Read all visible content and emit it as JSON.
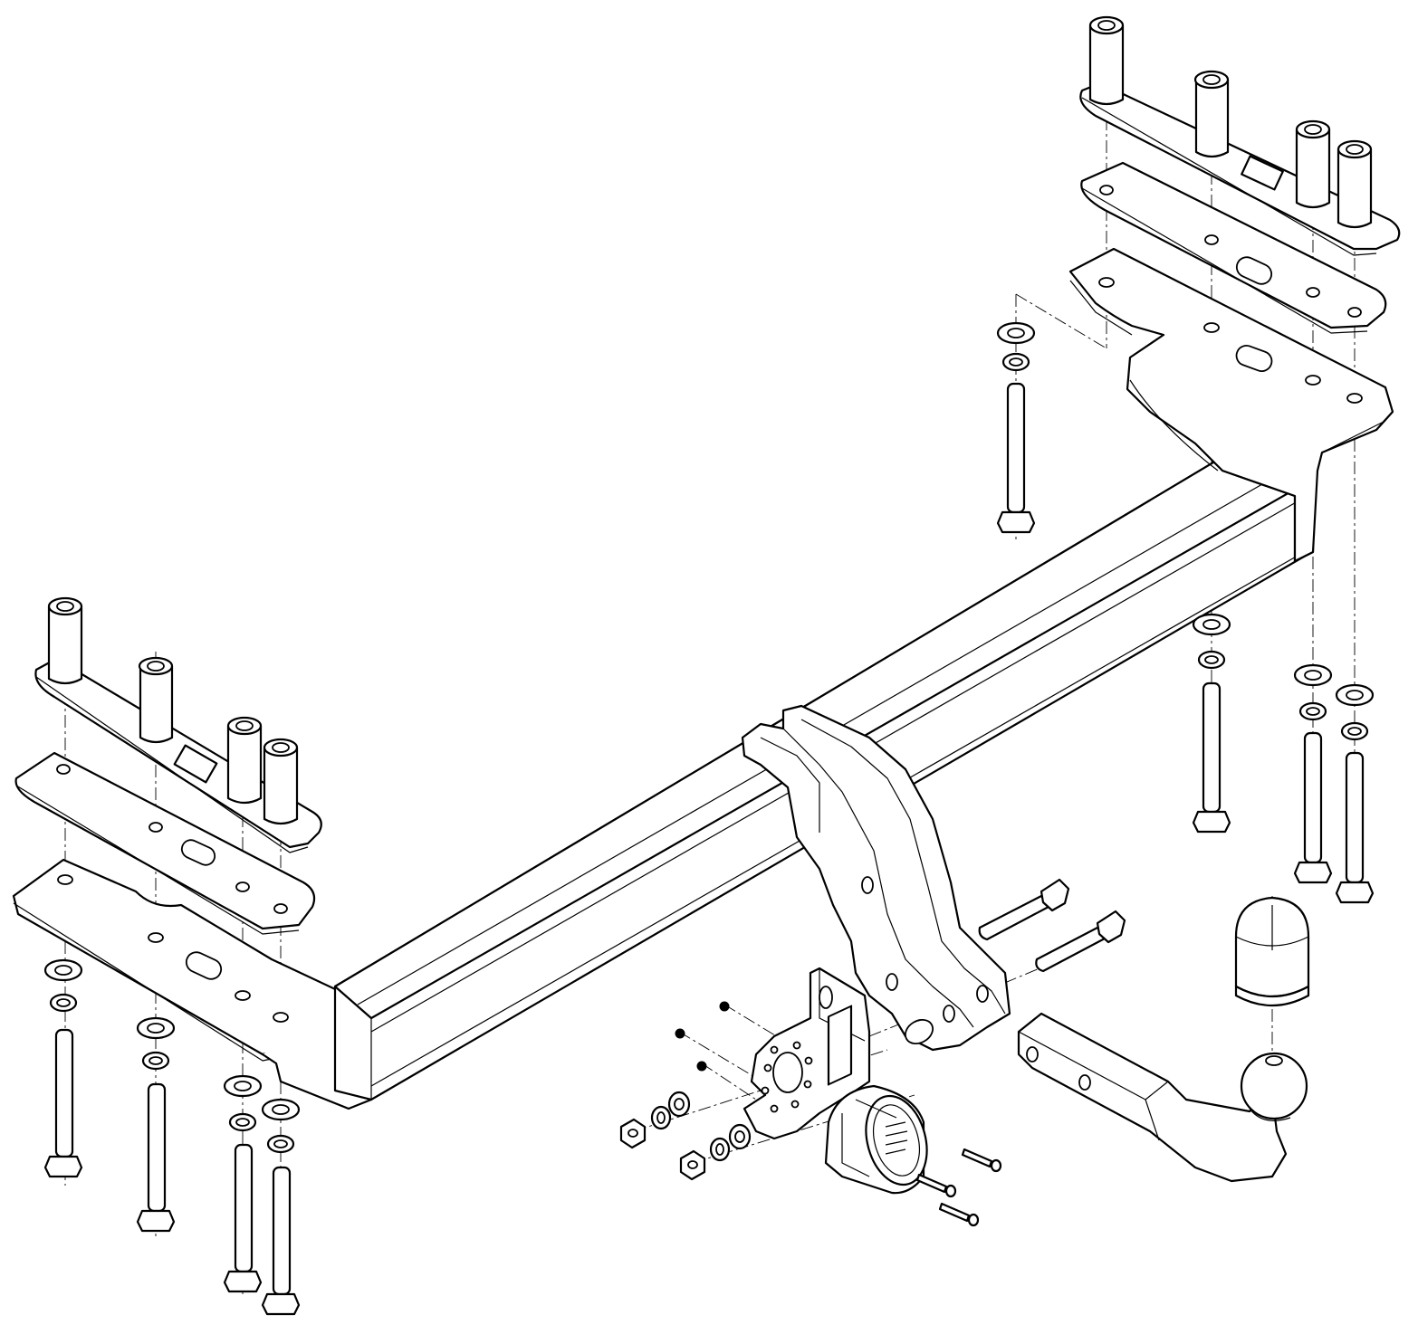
{
  "figure": {
    "type": "exploded-assembly-drawing",
    "subject": "towbar",
    "text_labels": []
  },
  "colors": {
    "line": "#000000",
    "background": "#ffffff"
  },
  "parts": [
    "crossbar",
    "center-mount-bracket",
    "left-side-bracket",
    "left-spacer-plate",
    "left-backing-plate",
    "right-side-bracket",
    "right-spacer-plate",
    "right-backing-plate",
    "tow-ball-neck",
    "tow-ball-cover",
    "electrical-socket",
    "socket-mounting-plate",
    "mounting-bolts",
    "washers",
    "nuts",
    "socket-screws"
  ]
}
